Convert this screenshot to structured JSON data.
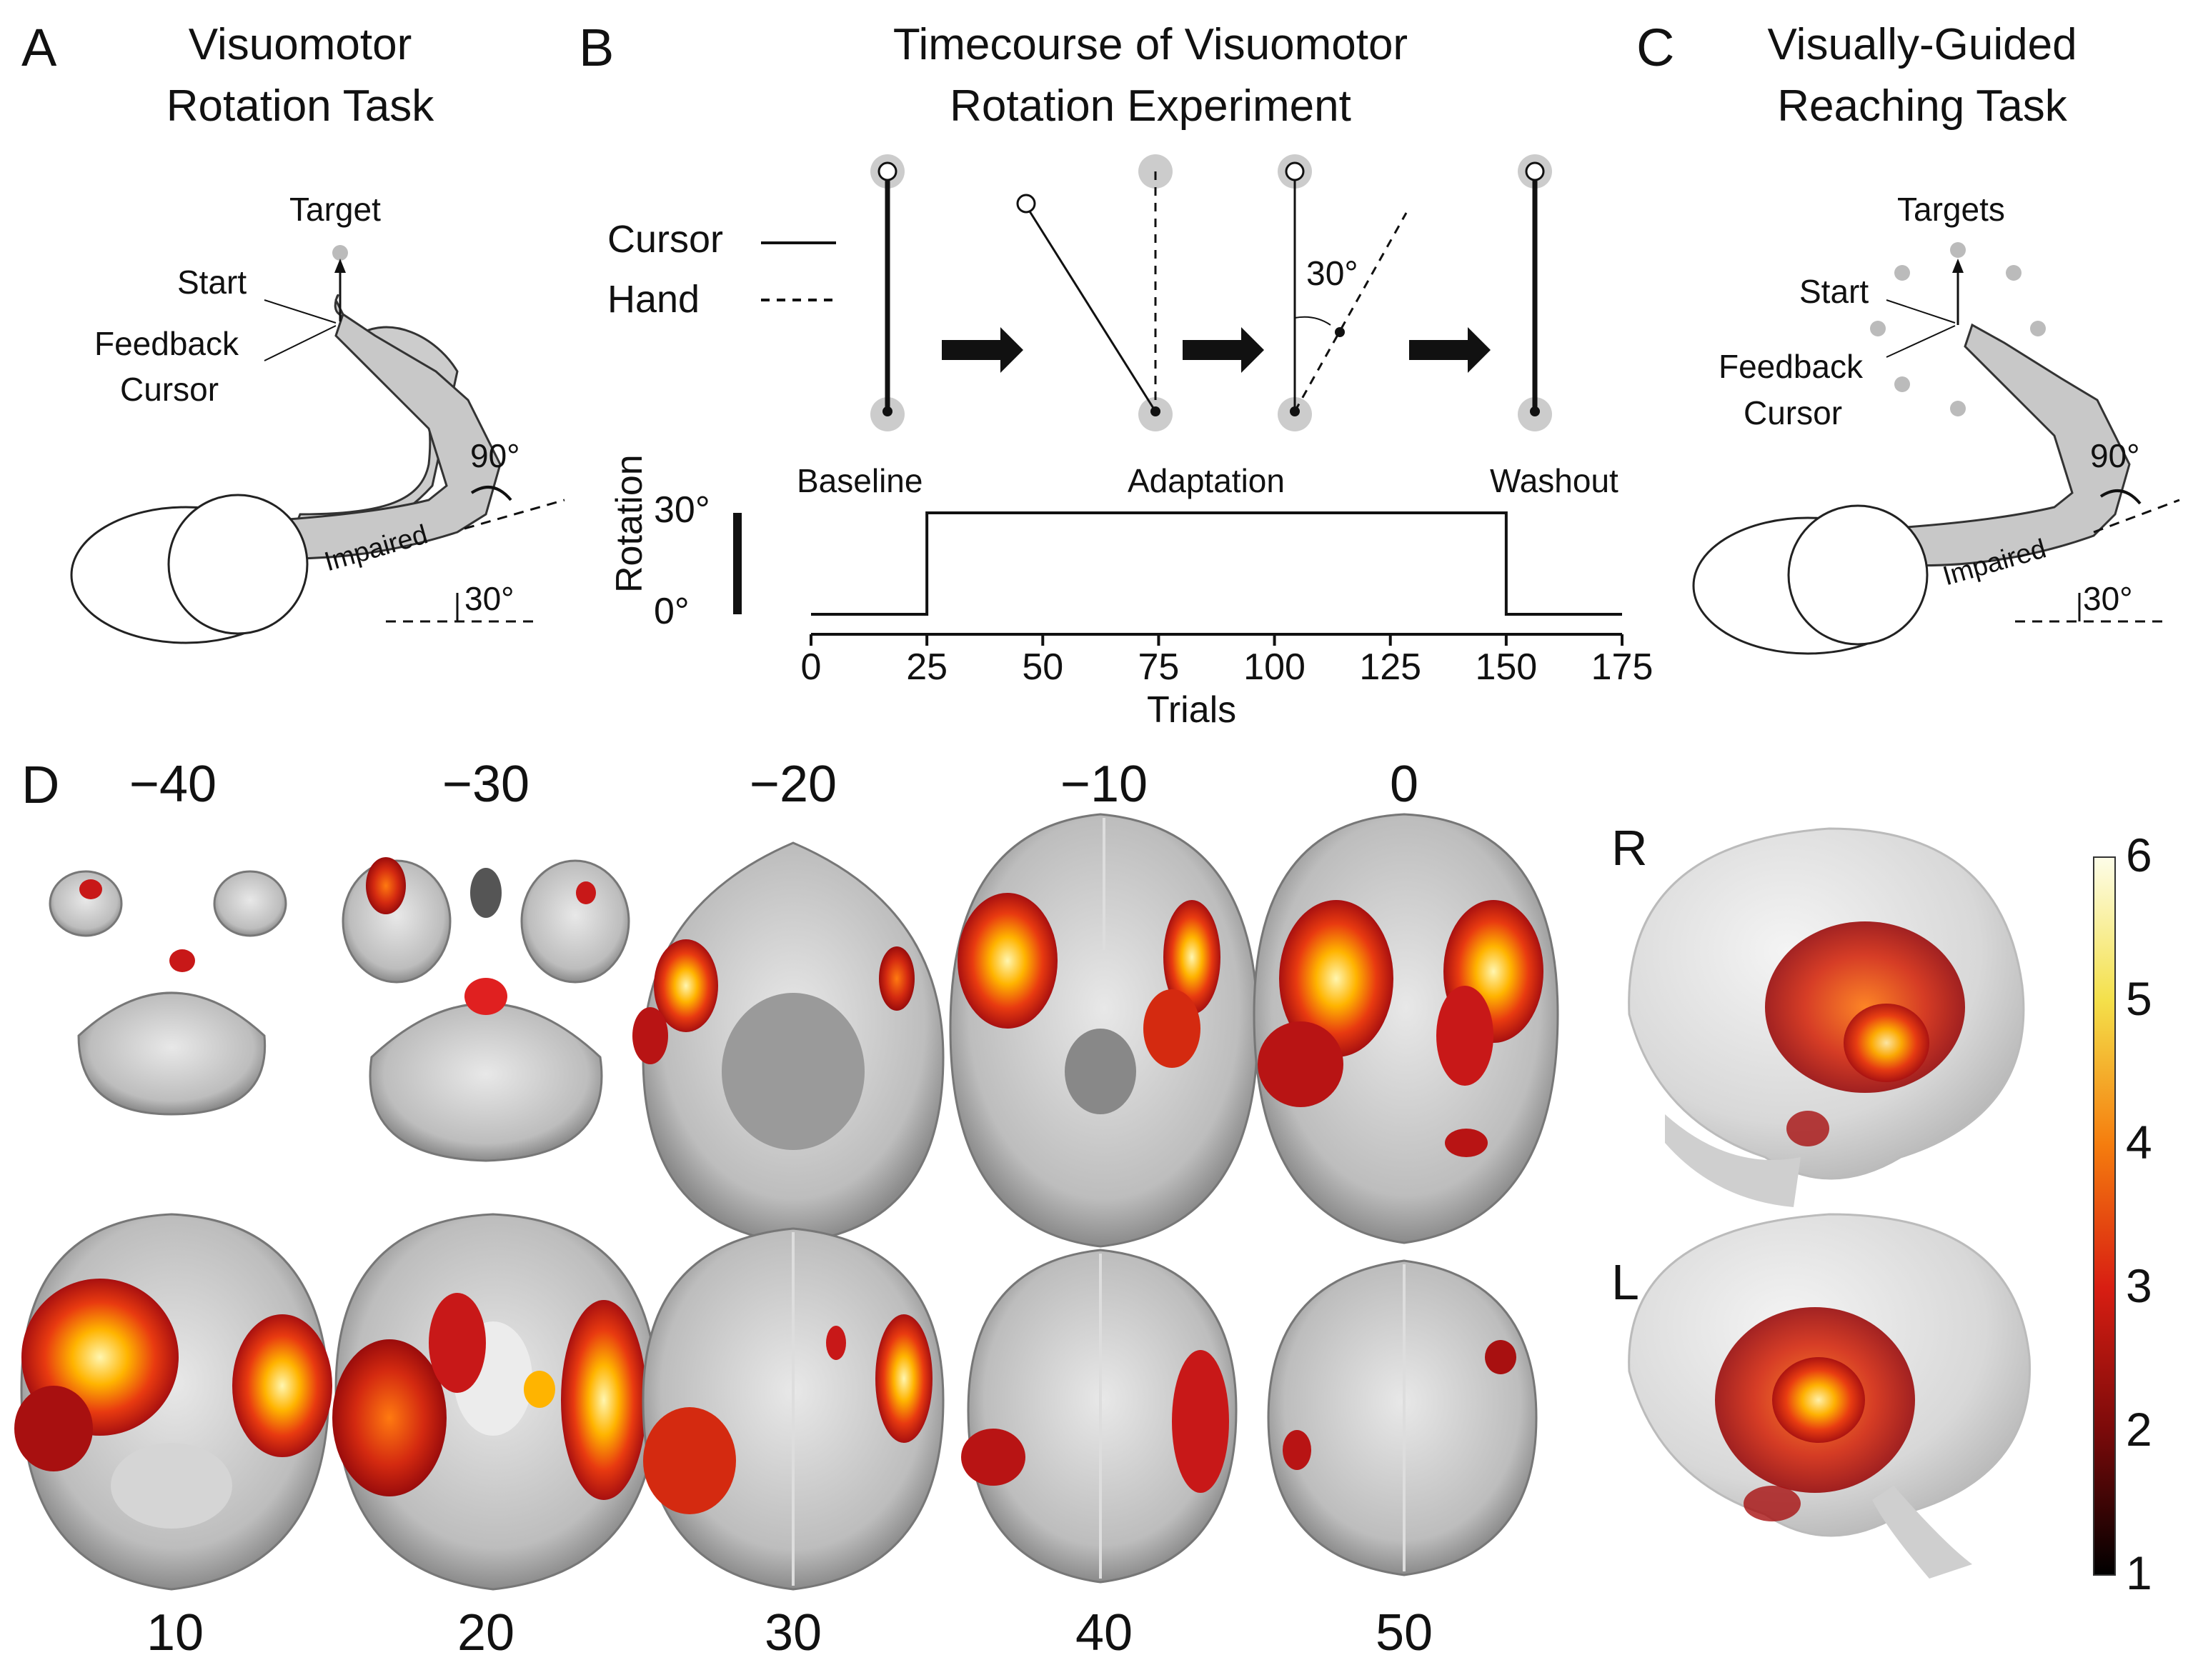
{
  "panels": {
    "A": {
      "letter": "A",
      "title_line1": "Visuomotor",
      "title_line2": "Rotation Task",
      "target": "Target",
      "start": "Start",
      "feedback": "Feedback",
      "cursor": "Cursor",
      "impaired": "Impaired",
      "angle_elbow": "90°",
      "angle_shoulder": "30°"
    },
    "B": {
      "letter": "B",
      "title_line1": "Timecourse of Visuomotor",
      "title_line2": "Rotation Experiment",
      "legend_cursor": "Cursor",
      "legend_hand": "Hand",
      "rotation_angle": "30°",
      "phase_baseline": "Baseline",
      "phase_adaptation": "Adaptation",
      "phase_washout": "Washout"
    },
    "C": {
      "letter": "C",
      "title_line1": "Visually-Guided",
      "title_line2": "Reaching Task",
      "targets": "Targets",
      "start": "Start",
      "feedback": "Feedback",
      "cursor": "Cursor",
      "impaired": "Impaired",
      "angle_elbow": "90°",
      "angle_shoulder": "30°"
    },
    "D": {
      "letter": "D",
      "top_slices": [
        "−40",
        "−30",
        "−20",
        "−10",
        "0"
      ],
      "bottom_slices": [
        "10",
        "20",
        "30",
        "40",
        "50"
      ],
      "brain_right": "R",
      "brain_left": "L",
      "colorbar_ticks": [
        "6",
        "5",
        "4",
        "3",
        "2",
        "1"
      ]
    }
  },
  "chart_data": {
    "type": "line",
    "title": "",
    "xlabel": "Trials",
    "ylabel": "Rotation",
    "x_ticks": [
      0,
      25,
      50,
      75,
      100,
      125,
      150,
      175
    ],
    "y_ticks": [
      "0°",
      "30°"
    ],
    "xlim": [
      0,
      175
    ],
    "ylim": [
      0,
      30
    ],
    "x": [
      0,
      25,
      25,
      150,
      150,
      175
    ],
    "y": [
      0,
      0,
      30,
      30,
      0,
      0
    ]
  }
}
